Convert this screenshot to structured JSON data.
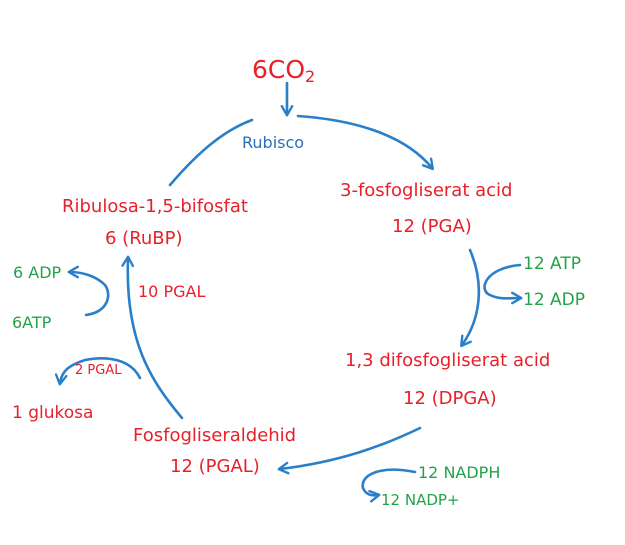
{
  "diagram": {
    "co2": "6CO",
    "co2_sub": "2",
    "enzyme": "Rubisco",
    "pga_name": "3-fosfogliserat acid",
    "pga_amount": "12 (PGA)",
    "dpga_name": "1,3 difosfogliserat acid",
    "dpga_amount": "12 (DPGA)",
    "pgal_name": "Fosfogliseraldehid",
    "pgal_amount": "12 (PGAL)",
    "rubp_name": "Ribulosa-1,5-bifosfat",
    "rubp_amount": "6 (RuBP)",
    "atp_in": "12 ATP",
    "adp_out": "12 ADP",
    "nadph_in": "12 NADPH",
    "nadp_out": "12 NADP+",
    "regen_pgal": "10 PGAL",
    "regen_adp": "6 ADP",
    "regen_atp": "6ATP",
    "glucose_pgal": "2 PGAL",
    "glucose": "1 glukosa"
  },
  "colors": {
    "compound": "#e8202a",
    "energy": "#22a34a",
    "enzyme": "#2a6fba",
    "arrow": "#2a7fc9"
  }
}
